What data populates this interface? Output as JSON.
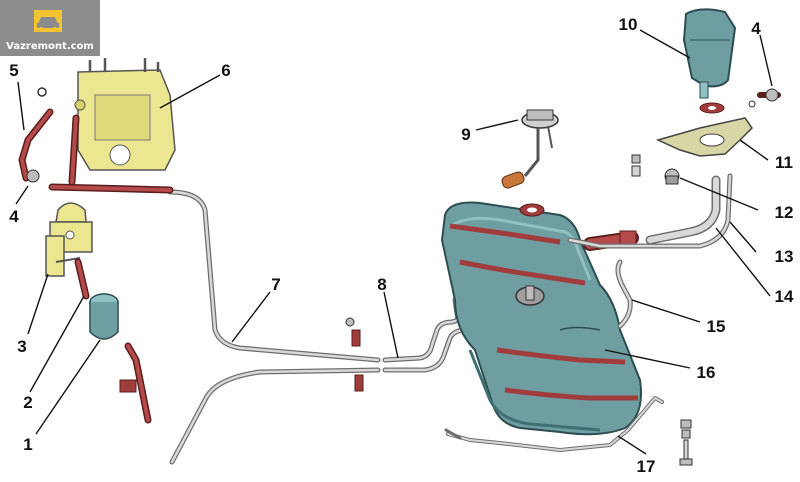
{
  "logo": {
    "text": "Vazremont.com",
    "icon": "car-wrench-icon"
  },
  "colors": {
    "tank": "#6f9ea2",
    "tank_dark": "#3f6f74",
    "hose": "#a13c3c",
    "carburetor": "#ece690",
    "tube": "#c9c9c9",
    "logo_bg": "#8c8c8c",
    "logo_icon": "#f2c230"
  },
  "callouts": [
    {
      "id": "1",
      "label": "1"
    },
    {
      "id": "2",
      "label": "2"
    },
    {
      "id": "3",
      "label": "3"
    },
    {
      "id": "4a",
      "label": "4"
    },
    {
      "id": "5",
      "label": "5"
    },
    {
      "id": "6",
      "label": "6"
    },
    {
      "id": "7",
      "label": "7"
    },
    {
      "id": "8",
      "label": "8"
    },
    {
      "id": "9",
      "label": "9"
    },
    {
      "id": "10",
      "label": "10"
    },
    {
      "id": "4b",
      "label": "4"
    },
    {
      "id": "11",
      "label": "11"
    },
    {
      "id": "12",
      "label": "12"
    },
    {
      "id": "13",
      "label": "13"
    },
    {
      "id": "14",
      "label": "14"
    },
    {
      "id": "15",
      "label": "15"
    },
    {
      "id": "16",
      "label": "16"
    },
    {
      "id": "17",
      "label": "17"
    }
  ]
}
